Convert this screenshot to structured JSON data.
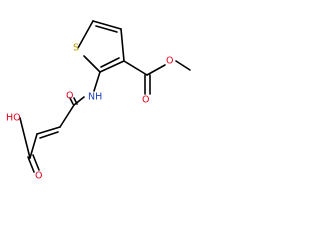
{
  "molecule": {
    "atoms": {
      "S": {
        "label": "S",
        "color": "#b59a00"
      },
      "NH": {
        "label": "NH",
        "color": "#1f3fbf"
      },
      "O_amide": {
        "label": "O",
        "color": "#e0001a"
      },
      "O_ester_carbonyl": {
        "label": "O",
        "color": "#e0001a"
      },
      "O_ester": {
        "label": "O",
        "color": "#e0001a"
      },
      "O_acid_carbonyl": {
        "label": "O",
        "color": "#e0001a"
      },
      "HO": {
        "label": "HO",
        "color": "#e0001a"
      }
    },
    "bond_color": "#000000"
  }
}
